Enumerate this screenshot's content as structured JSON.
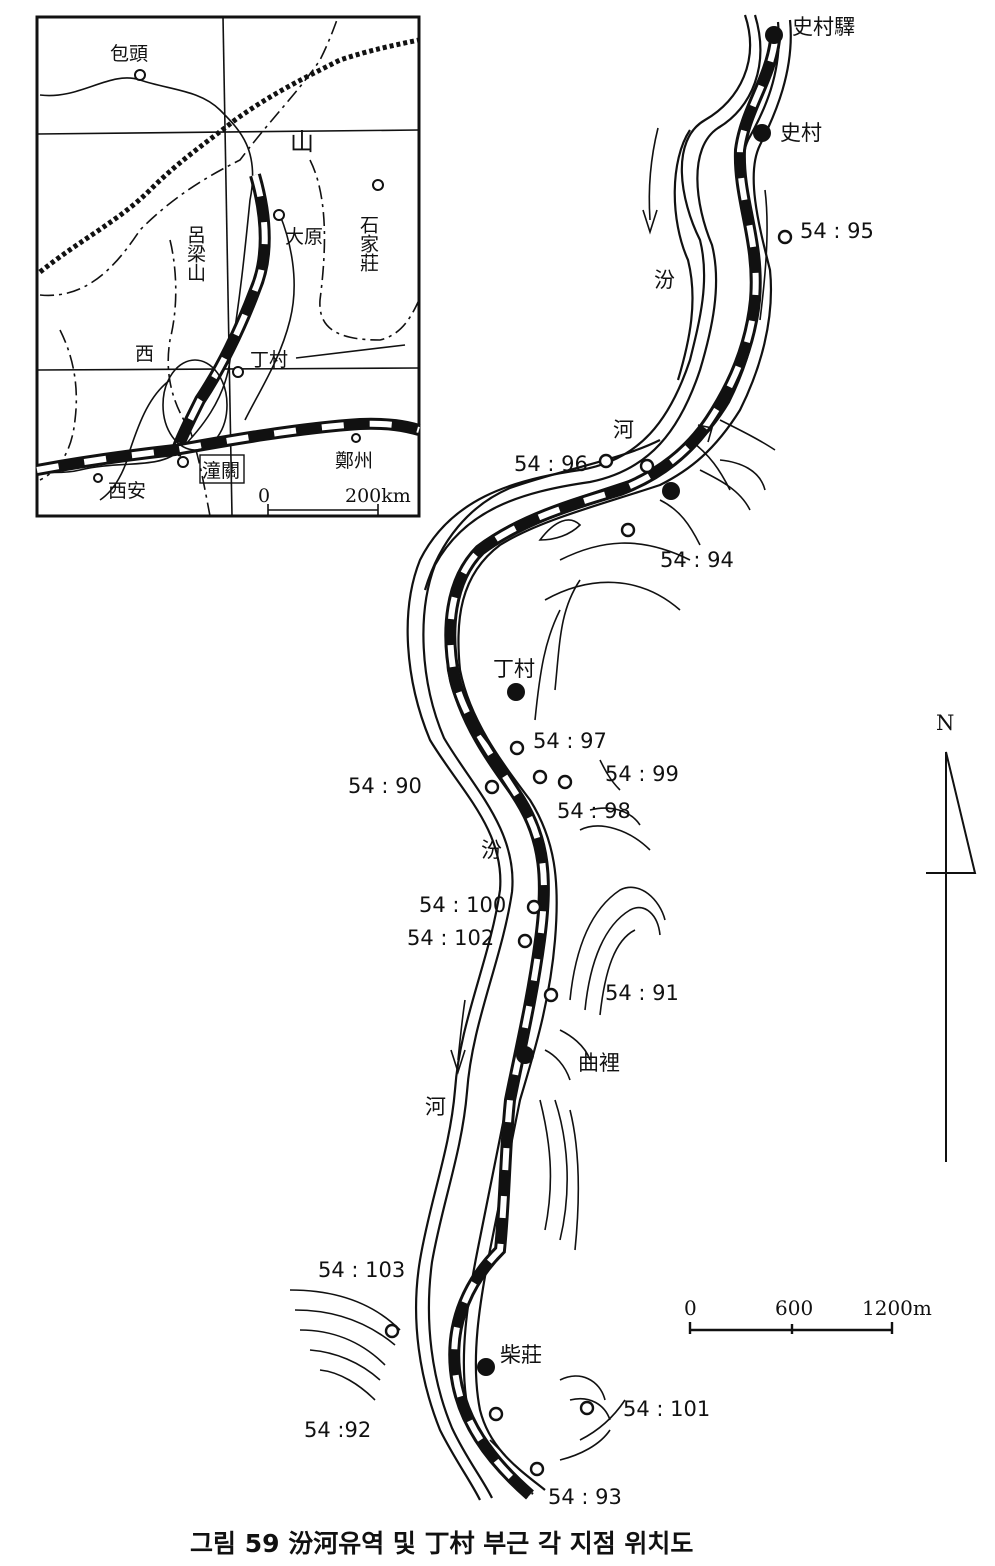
{
  "caption": "그림 59  汾河유역 및 丁村 부근 각 지점 위치도",
  "north_label": "N",
  "scale": {
    "ticks": [
      "0",
      "600",
      "1200m"
    ]
  },
  "villages": [
    {
      "id": "shicunyi",
      "label": "史村驛"
    },
    {
      "id": "shicun",
      "label": "史村"
    },
    {
      "id": "dingcun",
      "label": "丁村"
    },
    {
      "id": "quli",
      "label": "曲裡"
    },
    {
      "id": "chaizhuang",
      "label": "柴莊"
    }
  ],
  "sites": [
    {
      "id": "s95",
      "label": "54 : 95"
    },
    {
      "id": "s96",
      "label": "54 : 96"
    },
    {
      "id": "s94",
      "label": "54 : 94"
    },
    {
      "id": "s97",
      "label": "54 : 97"
    },
    {
      "id": "s99",
      "label": "54 : 99"
    },
    {
      "id": "s98",
      "label": "54 : 98"
    },
    {
      "id": "s90",
      "label": "54 : 90"
    },
    {
      "id": "s100",
      "label": "54 : 100"
    },
    {
      "id": "s102",
      "label": "54 : 102"
    },
    {
      "id": "s91",
      "label": "54 : 91"
    },
    {
      "id": "s103",
      "label": "54 : 103"
    },
    {
      "id": "s101",
      "label": "54 : 101"
    },
    {
      "id": "s92",
      "label": "54 :92"
    },
    {
      "id": "s93",
      "label": "54 : 93"
    }
  ],
  "river_labels": [
    "汾",
    "河",
    "汾",
    "河"
  ],
  "inset": {
    "cities": [
      {
        "id": "baotou",
        "label": "包頭"
      },
      {
        "id": "taiyuan",
        "label": "大原"
      },
      {
        "id": "shijiazhuang",
        "label": "石家莊"
      },
      {
        "id": "dingcun",
        "label": "丁村"
      },
      {
        "id": "xian",
        "label": "西安"
      },
      {
        "id": "tongguan",
        "label": "潼關"
      },
      {
        "id": "zhengzhou",
        "label": "鄭州"
      }
    ],
    "mountains": [
      {
        "id": "shan",
        "label": "山"
      },
      {
        "id": "lvliang",
        "label": "呂梁山"
      },
      {
        "id": "xi",
        "label": "西"
      }
    ],
    "scale": [
      "0",
      "200km"
    ]
  }
}
